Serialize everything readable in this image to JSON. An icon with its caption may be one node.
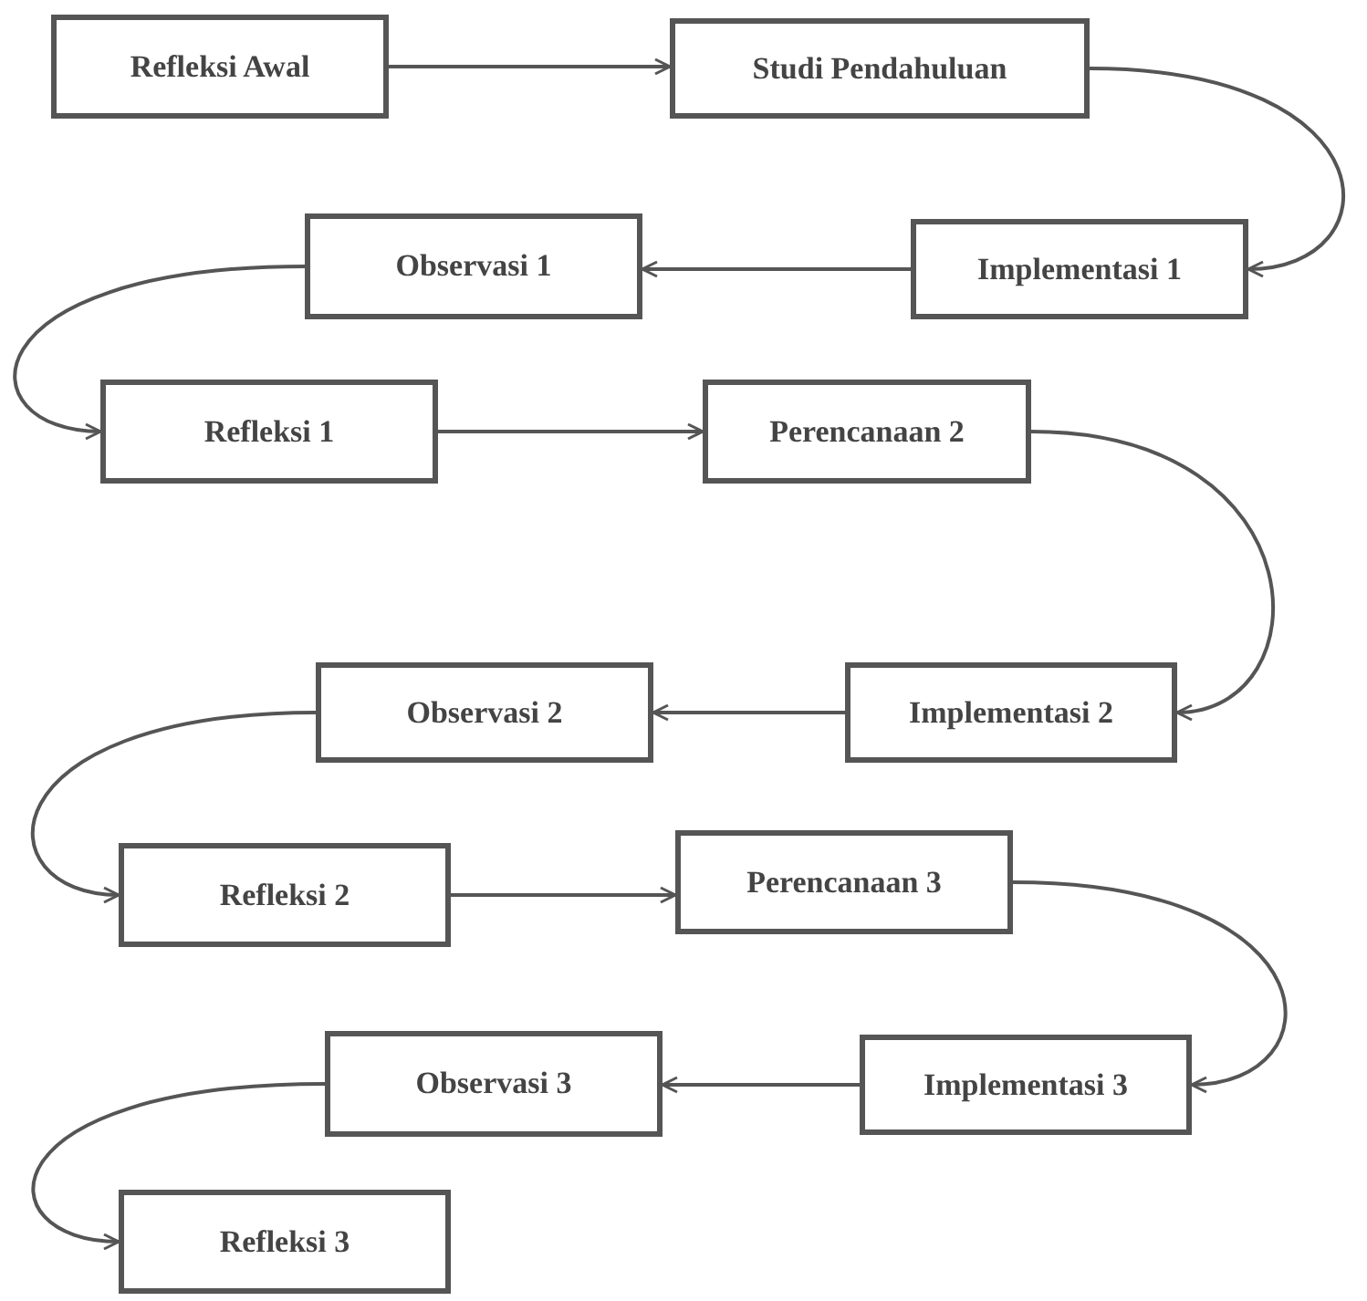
{
  "diagram": {
    "nodes": [
      {
        "text": [
          "Refleksi Awal"
        ]
      },
      {
        "text": [
          "Studi Pendahuluan"
        ]
      },
      {
        "text": [
          "Implementasi 1"
        ]
      },
      {
        "text": [
          "Observasi 1"
        ]
      },
      {
        "text": [
          "Refleksi 1"
        ]
      },
      {
        "text": [
          "Perencanaan 2"
        ]
      },
      {
        "text": [
          "Implementasi 2"
        ]
      },
      {
        "text": [
          "Observasi 2"
        ]
      },
      {
        "text": [
          "Refleksi 2"
        ]
      },
      {
        "text": [
          "Perencanaan 3"
        ]
      },
      {
        "text": [
          "Implementasi 3"
        ]
      },
      {
        "text": [
          "Observasi 3"
        ]
      },
      {
        "text": [
          "Refleksi 3"
        ]
      }
    ],
    "edges": [
      {
        "from": 0,
        "to": 1,
        "arrow": "to"
      },
      {
        "from": 1,
        "to": 2,
        "arrow": "to"
      },
      {
        "from": 2,
        "to": 3,
        "arrow": "to"
      },
      {
        "from": 3,
        "to": 4,
        "arrow": "to"
      },
      {
        "from": 4,
        "to": 5,
        "arrow": "to"
      },
      {
        "from": 5,
        "to": 6,
        "arrow": "to"
      },
      {
        "from": 6,
        "to": 7,
        "arrow": "to"
      },
      {
        "from": 7,
        "to": 8,
        "arrow": "to"
      },
      {
        "from": 8,
        "to": 9,
        "arrow": "to"
      },
      {
        "from": 9,
        "to": 10,
        "arrow": "to"
      },
      {
        "from": 10,
        "to": 11,
        "arrow": "to"
      },
      {
        "from": 11,
        "to": 12,
        "arrow": "to"
      }
    ]
  }
}
